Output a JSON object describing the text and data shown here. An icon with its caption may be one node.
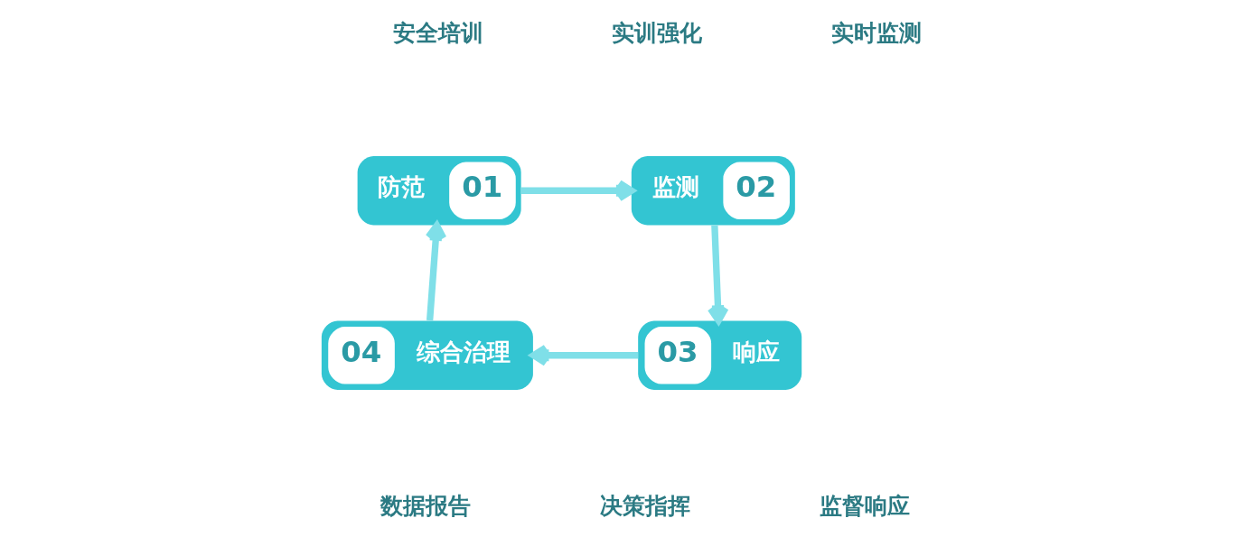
{
  "diagram": {
    "nodes": [
      {
        "text": [
          "防范",
          "01"
        ]
      },
      {
        "text": [
          "监测",
          "02"
        ]
      },
      {
        "text": [
          "03",
          "响应"
        ]
      },
      {
        "text": [
          "04",
          "综合治理"
        ]
      }
    ],
    "edges": [
      {
        "from": 0,
        "to": 1,
        "arrow": "to"
      },
      {
        "from": 1,
        "to": 2,
        "arrow": "to"
      },
      {
        "from": 2,
        "to": 3,
        "arrow": "to"
      },
      {
        "from": 3,
        "to": 0,
        "arrow": "to"
      }
    ],
    "labels": [
      "安全培训",
      "实训强化",
      "实时监测",
      "数据报告",
      "决策指挥",
      "监督响应"
    ]
  }
}
